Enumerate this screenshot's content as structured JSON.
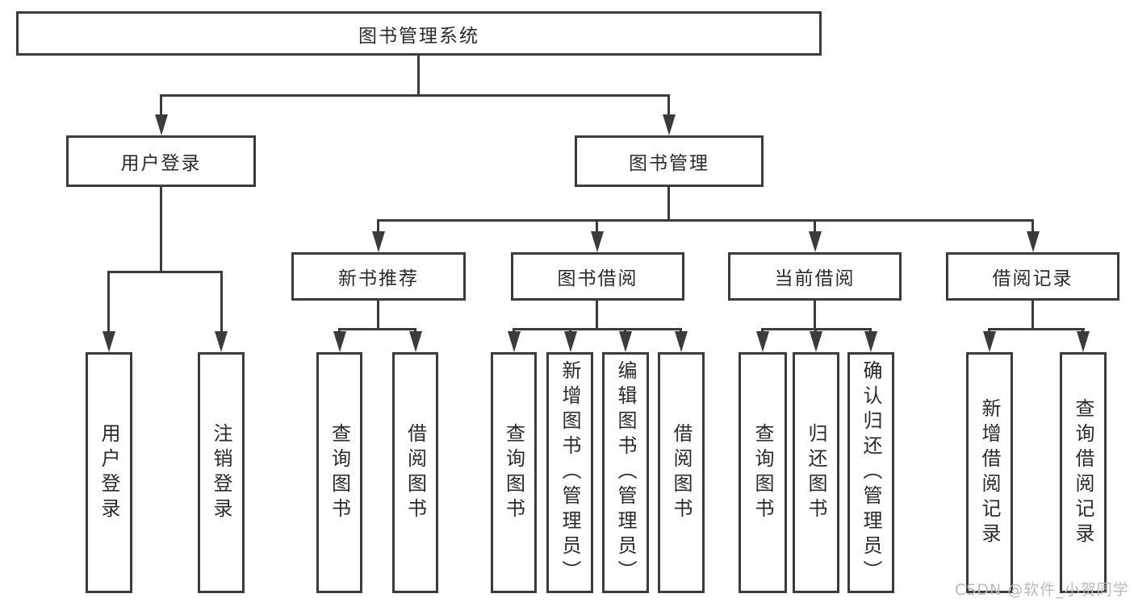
{
  "tree": {
    "root": {
      "label": "图书管理系统",
      "children": [
        {
          "label": "用户登录",
          "children": [
            {
              "label": "用户登录"
            },
            {
              "label": "注销登录"
            }
          ]
        },
        {
          "label": "图书管理",
          "children": [
            {
              "label": "新书推荐",
              "children": [
                {
                  "label": "查询图书"
                },
                {
                  "label": "借阅图书"
                }
              ]
            },
            {
              "label": "图书借阅",
              "children": [
                {
                  "label": "查询图书"
                },
                {
                  "label": "新增图书（管理员）"
                },
                {
                  "label": "编辑图书（管理员）"
                },
                {
                  "label": "借阅图书"
                }
              ]
            },
            {
              "label": "当前借阅",
              "children": [
                {
                  "label": "查询图书"
                },
                {
                  "label": "归还图书"
                },
                {
                  "label": "确认归还（管理员）"
                }
              ]
            },
            {
              "label": "借阅记录",
              "children": [
                {
                  "label": "新增借阅记录"
                },
                {
                  "label": "查询借阅记录"
                }
              ]
            }
          ]
        }
      ]
    }
  },
  "watermark": "CSDN @软件_小贺同学",
  "colors": {
    "line": "#3b3b3b",
    "text": "#2a2a2a",
    "watermark": "#b9b9b9",
    "background": "#ffffff"
  }
}
